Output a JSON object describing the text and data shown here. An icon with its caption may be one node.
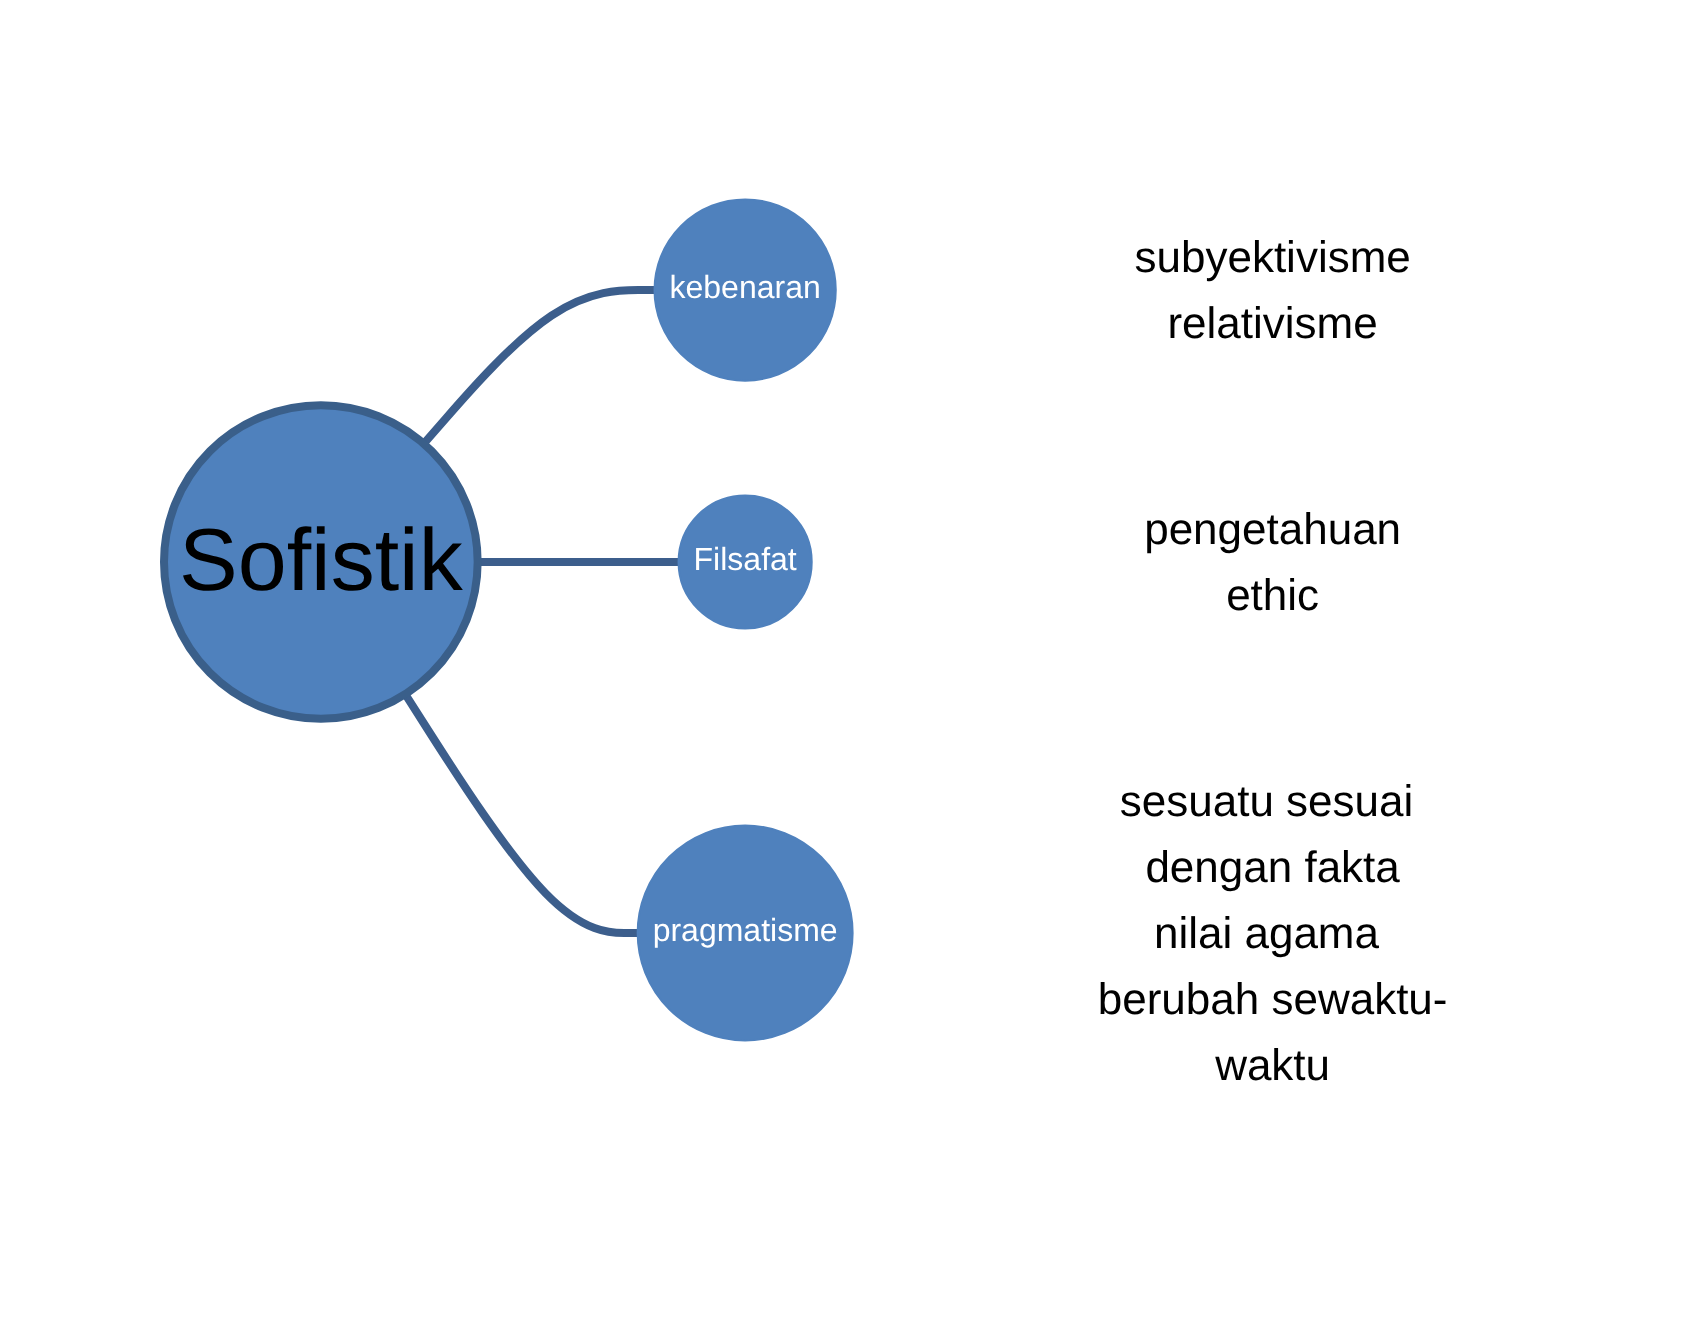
{
  "diagram": {
    "nodes": [
      {
        "text": [
          "Sofistik"
        ]
      },
      {
        "text": [
          "kebenaran"
        ],
        "beside": [
          "subyektivisme",
          "relativisme"
        ]
      },
      {
        "text": [
          "Filsafat"
        ],
        "beside": [
          "pengetahuan",
          "ethic"
        ]
      },
      {
        "text": [
          "pragmatisme"
        ],
        "beside": [
          "sesuatu sesuai dengan fakta",
          "nilai agama berubah sewaktu-waktu"
        ]
      }
    ],
    "edges": [
      {
        "from": 0,
        "to": 1,
        "arrow": "none"
      },
      {
        "from": 0,
        "to": 2,
        "arrow": "none"
      },
      {
        "from": 0,
        "to": 3,
        "arrow": "none"
      }
    ]
  }
}
